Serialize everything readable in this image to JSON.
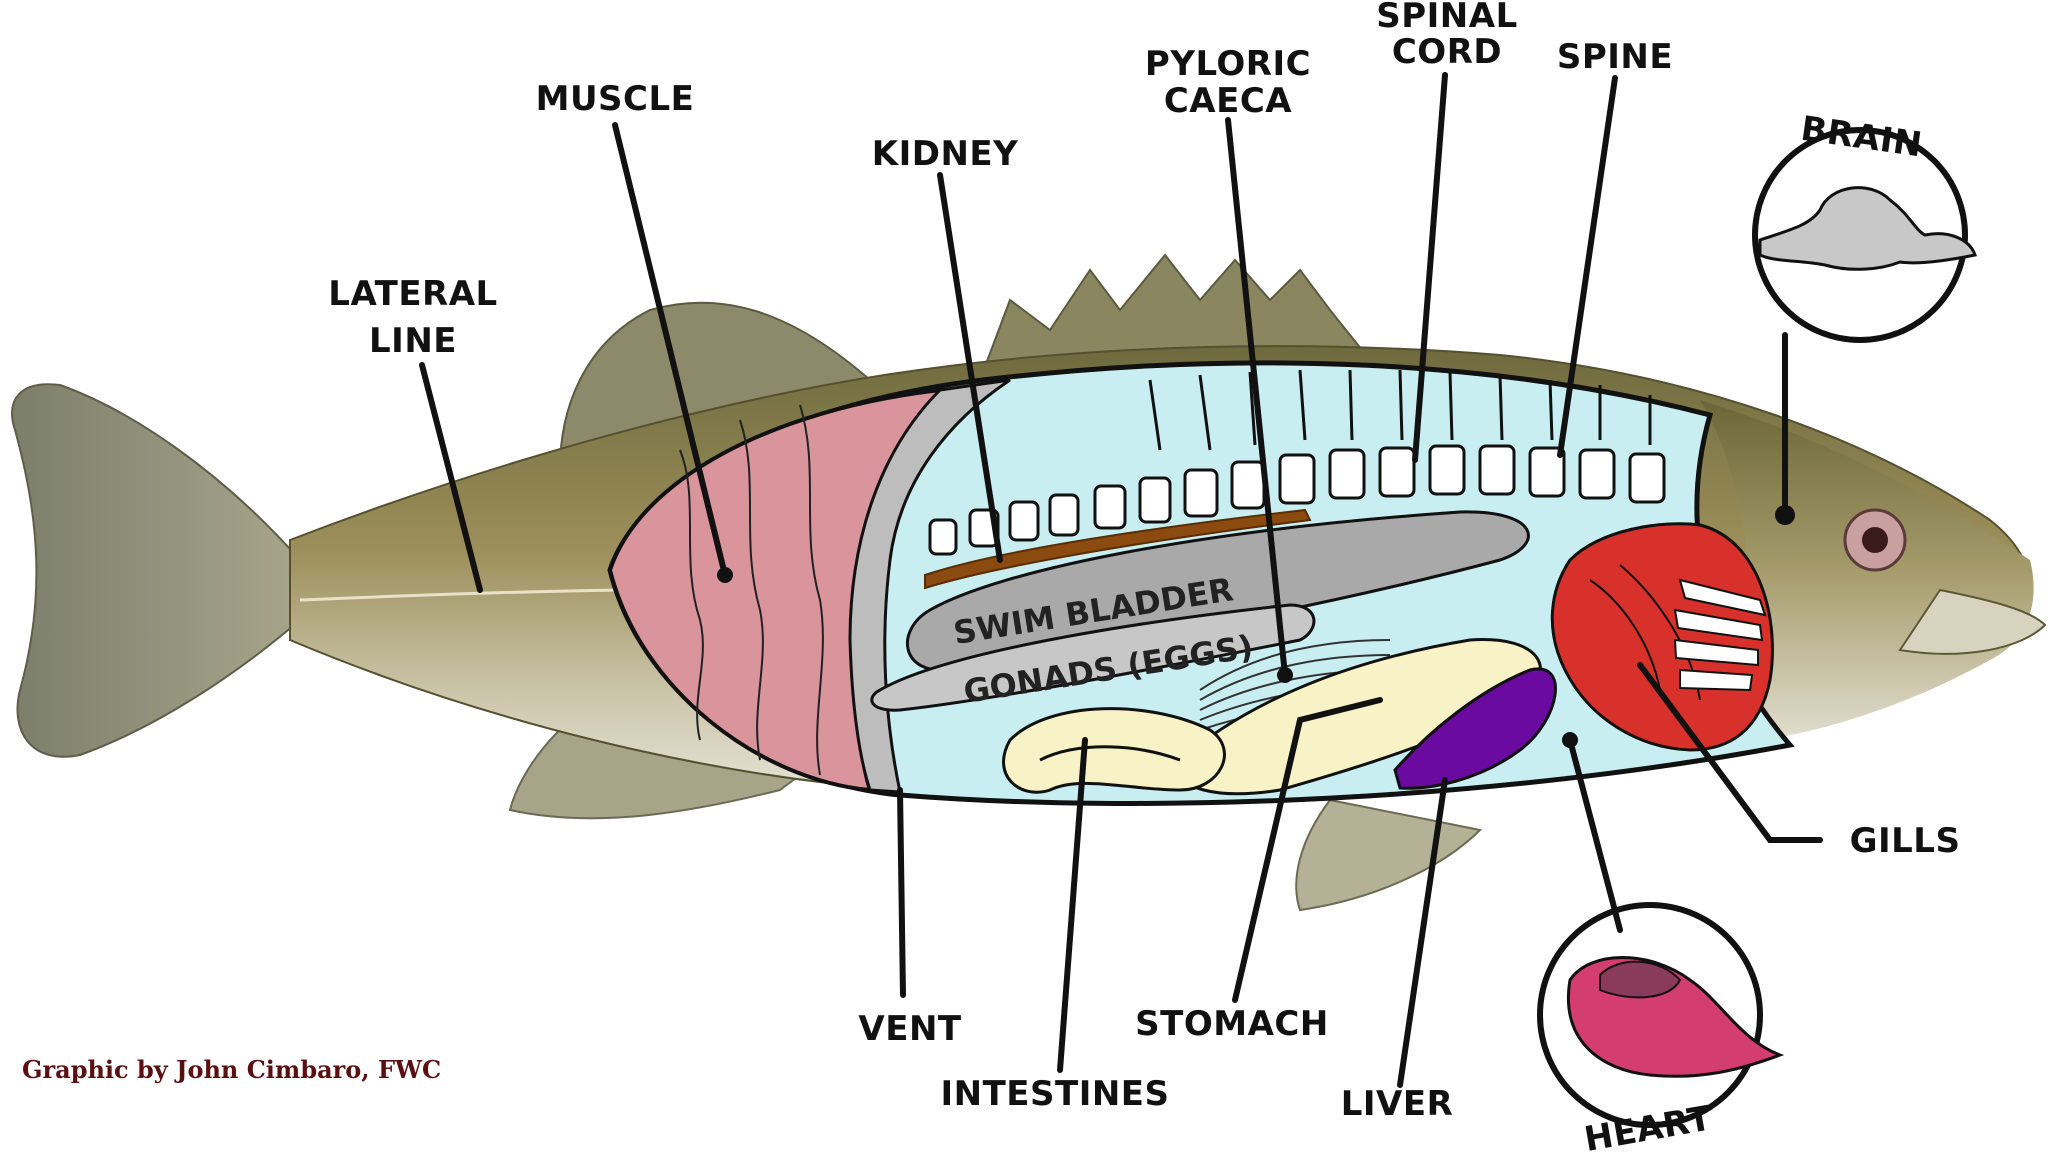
{
  "labels": {
    "muscle": "MUSCLE",
    "lateral_line_1": "LATERAL",
    "lateral_line_2": "LINE",
    "kidney": "KIDNEY",
    "pyloric_1": "PYLORIC",
    "pyloric_2": "CAECA",
    "spinal_1": "SPINAL",
    "spinal_2": "CORD",
    "spine": "SPINE",
    "brain": "BRAIN",
    "swim_bladder": "SWIM BLADDER",
    "gonads": "GONADS (EGGS)",
    "gills": "GILLS",
    "vent": "VENT",
    "intestines": "INTESTINES",
    "stomach": "STOMACH",
    "liver": "LIVER",
    "heart": "HEART"
  },
  "credit": "Graphic by John Cimbaro, FWC",
  "colors": {
    "body_cavity": "#c9eef2",
    "muscle": "#d9959b",
    "swim_bladder": "#a9a9a9",
    "kidney": "#8a4a10",
    "gonads": "#c7c7c7",
    "intestines": "#f7f3c6",
    "liver": "#6a0aa0",
    "gills": "#d8312b",
    "heart": "#d43d6f",
    "brain": "#c8c8c8",
    "fish_body": "#8d8258",
    "fins": "#8a8a70"
  }
}
